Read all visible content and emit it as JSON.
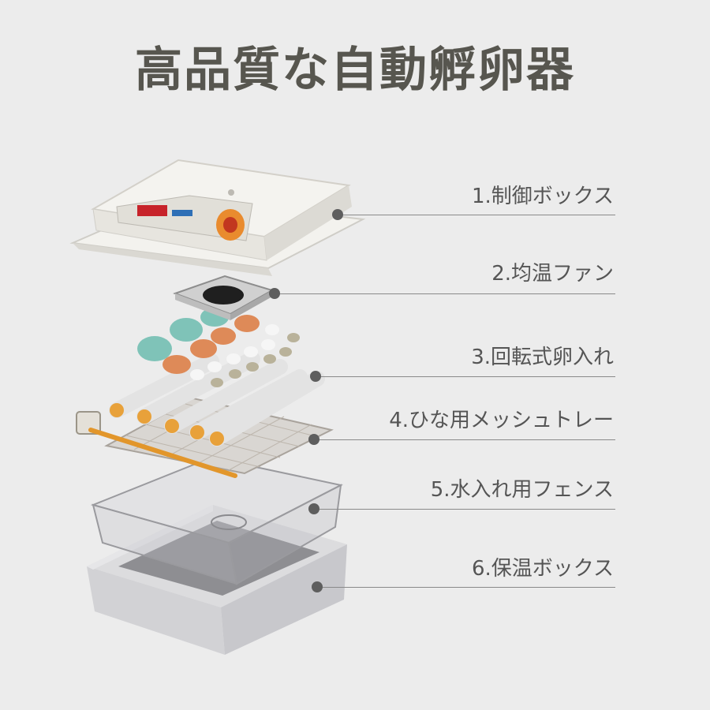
{
  "title": "高品質な自動孵卵器",
  "parts": [
    {
      "label": "1.制御ボックス"
    },
    {
      "label": "2.均温ファン"
    },
    {
      "label": "3.回転式卵入れ"
    },
    {
      "label": "4.ひな用メッシュトレー"
    },
    {
      "label": "5.水入れ用フェンス"
    },
    {
      "label": "6.保温ボックス"
    }
  ],
  "colors": {
    "background": "#ececec",
    "title": "#57564f",
    "dot": "#5e5e5e",
    "roller_cap": "#e8a13a",
    "brown_egg": "#de8a58",
    "blue_egg": "#7fc3b8"
  }
}
